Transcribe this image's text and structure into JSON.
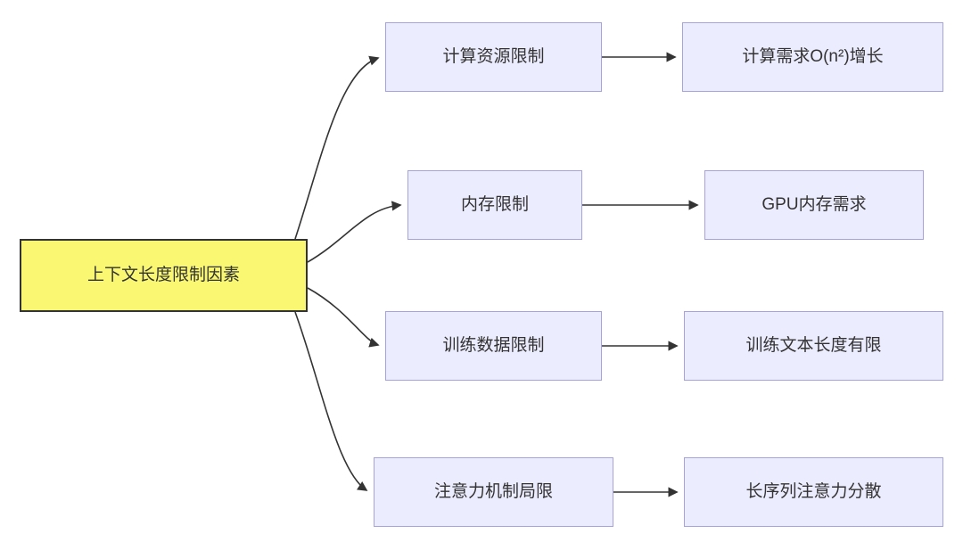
{
  "colors": {
    "root_fill": "#FAF873",
    "root_border": "#333333",
    "node_fill": "#ECECFF",
    "node_border": "#A5A2DE",
    "edge_color": "#333333"
  },
  "diagram": {
    "root": {
      "label": "上下文长度限制因素"
    },
    "branches": [
      {
        "cause": "计算资源限制",
        "effect": "计算需求O(n²)增长"
      },
      {
        "cause": "内存限制",
        "effect": "GPU内存需求"
      },
      {
        "cause": "训练数据限制",
        "effect": "训练文本长度有限"
      },
      {
        "cause": "注意力机制局限",
        "effect": "长序列注意力分散"
      }
    ]
  }
}
